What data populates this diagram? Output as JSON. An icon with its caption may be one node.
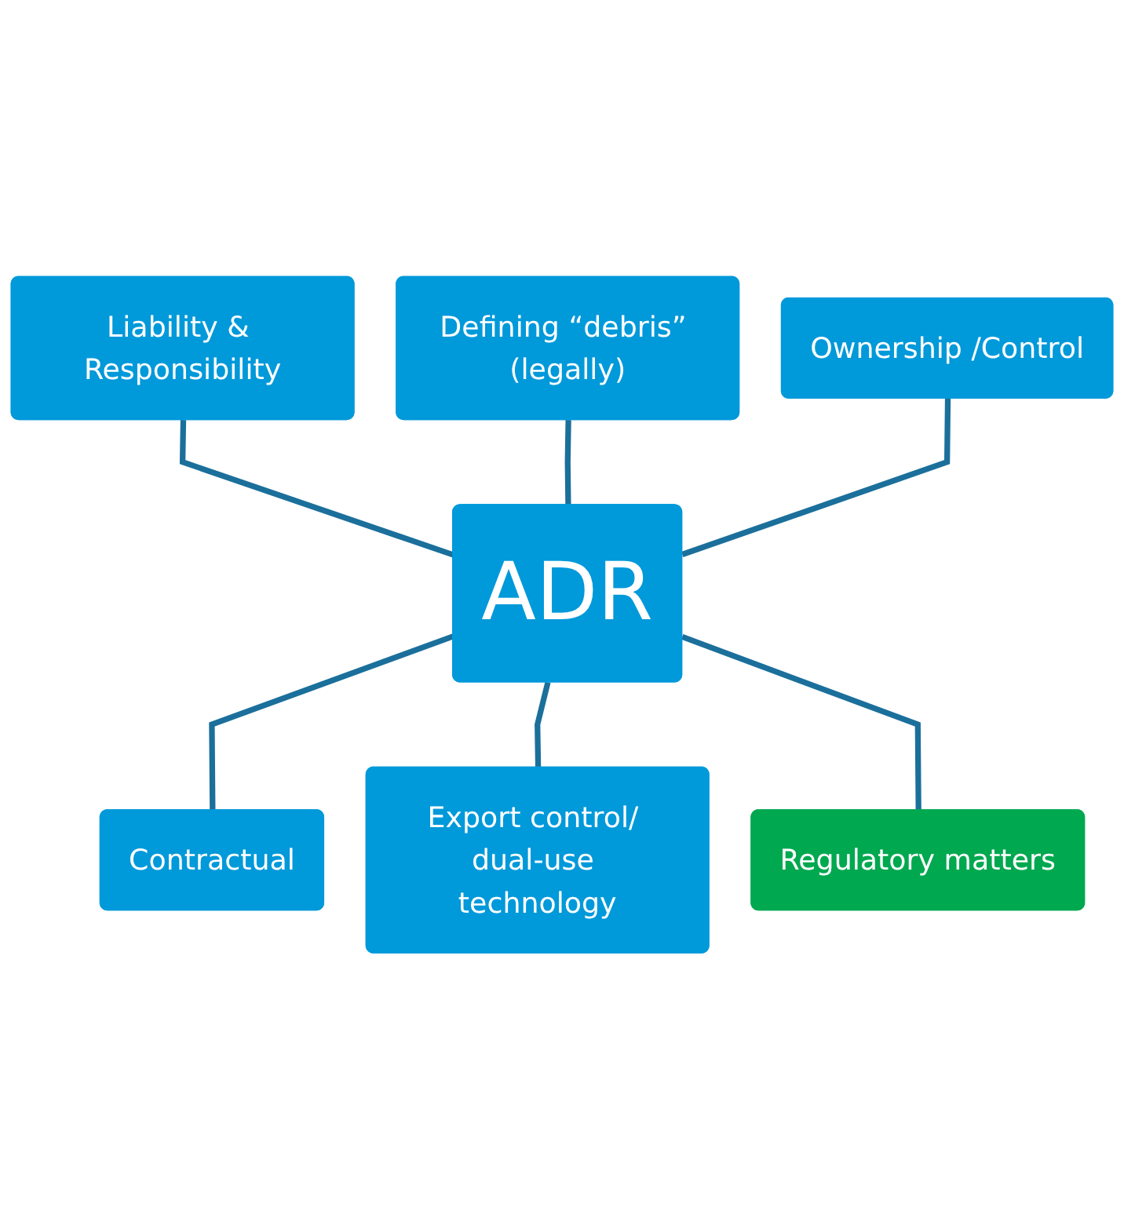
{
  "diagram": {
    "nodes": [
      {
        "text": [
          "Liability & Responsibility"
        ]
      },
      {
        "text": [
          "Defining “debris” (legally)"
        ]
      },
      {
        "text": [
          "Ownership /Control"
        ]
      },
      {
        "text": [
          "ADR"
        ]
      },
      {
        "text": [
          "Contractual"
        ]
      },
      {
        "text": [
          "Export control/ dual-use technology"
        ]
      },
      {
        "text": [
          "Regulatory matters"
        ]
      }
    ],
    "edges": [
      {
        "from": 0,
        "to": 3,
        "arrow": "none"
      },
      {
        "from": 1,
        "to": 3,
        "arrow": "none"
      },
      {
        "from": 2,
        "to": 3,
        "arrow": "none"
      },
      {
        "from": 3,
        "to": 4,
        "arrow": "none"
      },
      {
        "from": 3,
        "to": 5,
        "arrow": "none"
      },
      {
        "from": 3,
        "to": 6,
        "arrow": "none"
      }
    ]
  }
}
